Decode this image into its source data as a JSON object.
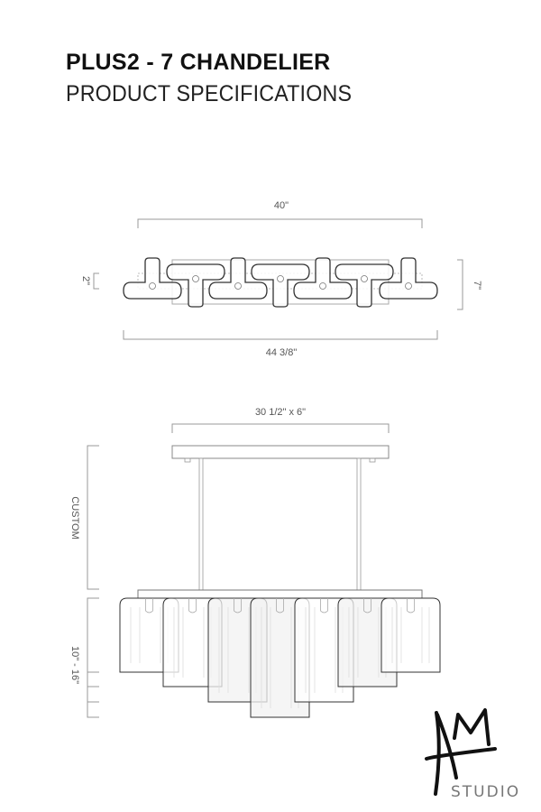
{
  "header": {
    "title": "PLUS2 - 7  CHANDELIER",
    "subtitle": "PRODUCT SPECIFICATIONS"
  },
  "top_view": {
    "width_inner": "40\"",
    "width_overall": "44 3/8\"",
    "depth_small": "2\"",
    "depth_overall": "7\""
  },
  "elevation": {
    "canopy_size": "30 1/2\" x 6\"",
    "rod_length": "CUSTOM",
    "shade_drop": "10\" - 16\""
  },
  "logo": {
    "mark": "AM",
    "text": "STUDIO"
  },
  "colors": {
    "line": "#333333",
    "dimension": "#999999"
  }
}
